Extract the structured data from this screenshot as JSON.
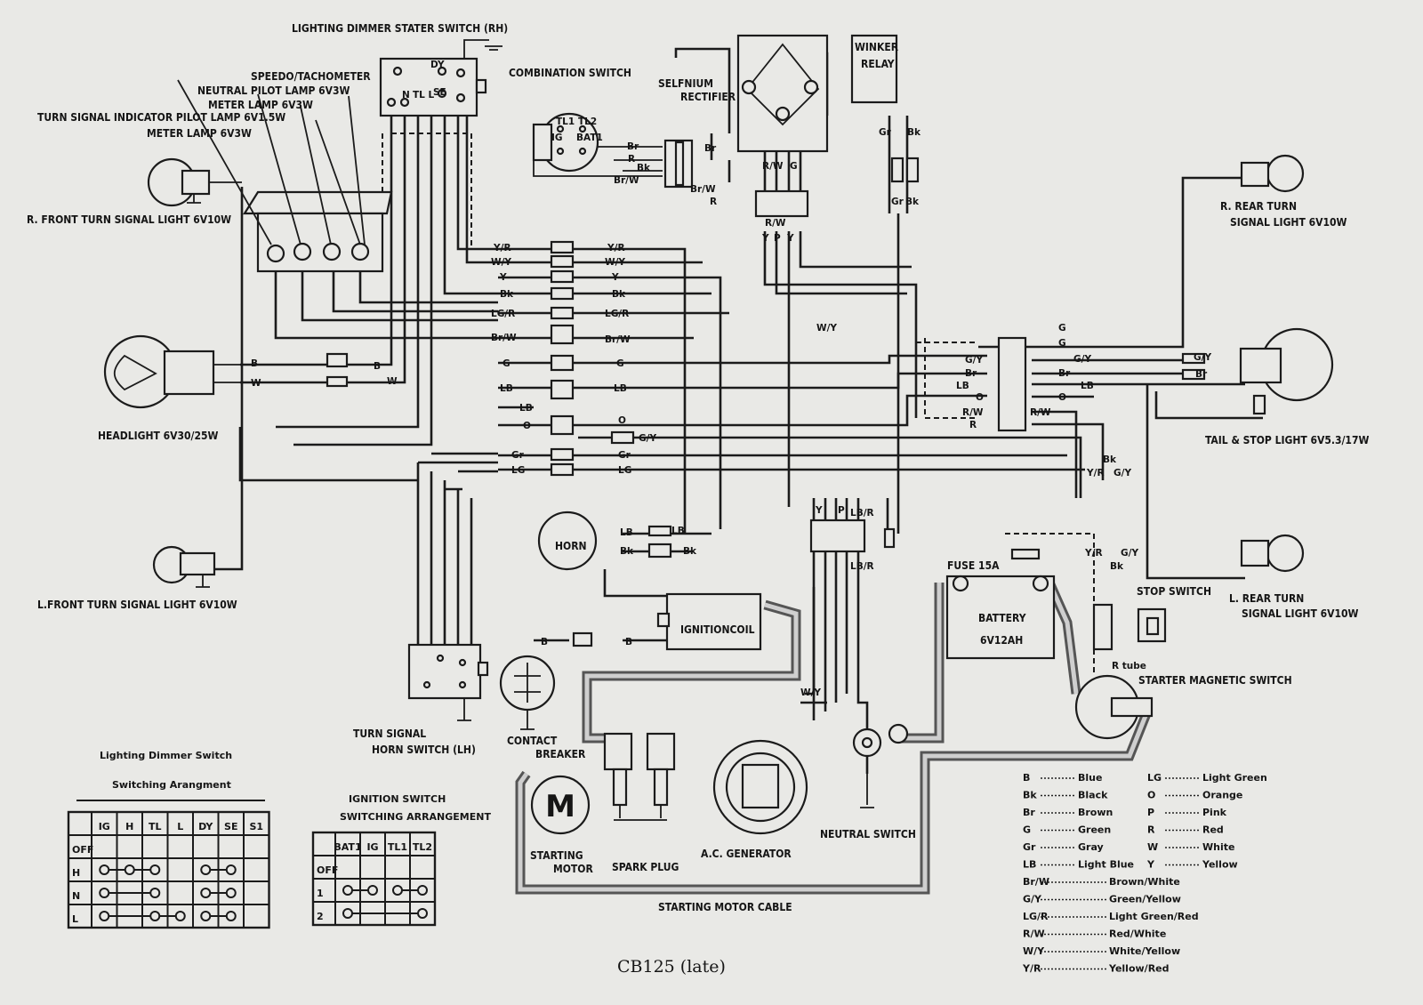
{
  "caption": "CB125 (late)",
  "components": {
    "dimmer_switch": "LIGHTING DIMMER STATER SWITCH (RH)",
    "combination_switch": "COMBINATION SWITCH",
    "rectifier_1": "SELFNIUM",
    "rectifier_2": "RECTIFIER",
    "winker_relay_1": "WINKER",
    "winker_relay_2": "RELAY",
    "speedo": "SPEEDO/TACHOMETER",
    "neutral_lamp": "NEUTRAL PILOT LAMP 6V3W",
    "meter_lamp_1": "METER LAMP 6V3W",
    "turn_indicator_lamp": "TURN SIGNAL INDICATOR PILOT LAMP 6V1.5W",
    "meter_lamp_2": "METER LAMP 6V3W",
    "r_front_turn": "R. FRONT TURN SIGNAL LIGHT 6V10W",
    "headlight": "HEADLIGHT 6V30/25W",
    "l_front_turn": "L.FRONT TURN SIGNAL LIGHT 6V10W",
    "r_rear_turn_1": "R. REAR TURN",
    "r_rear_turn_2": "SIGNAL LIGHT 6V10W",
    "tail_stop": "TAIL & STOP LIGHT 6V5.3/17W",
    "l_rear_turn_1": "L. REAR TURN",
    "l_rear_turn_2": "SIGNAL LIGHT 6V10W",
    "stop_switch": "STOP SWITCH",
    "starter_switch": "STARTER MAGNETIC SWITCH",
    "fuse": "FUSE 15A",
    "battery_1": "BATTERY",
    "battery_2": "6V12AH",
    "horn": "HORN",
    "ignition_coil": "IGNITIONCOIL",
    "contact_breaker_1": "CONTACT",
    "contact_breaker_2": "BREAKER",
    "horn_switch_1": "TURN SIGNAL",
    "horn_switch_2": "HORN SWITCH (LH)",
    "starting_motor_1": "STARTING",
    "starting_motor_2": "MOTOR",
    "motor_symbol": "M",
    "spark_plug": "SPARK PLUG",
    "ac_generator": "A.C. GENERATOR",
    "neutral_switch": "NEUTRAL SWITCH",
    "starter_cable": "STARTING MOTOR CABLE",
    "r_tube": "R tube"
  },
  "wire_labels": [
    "Y/R",
    "W/Y",
    "Y",
    "Bk",
    "LG/R",
    "Br/W",
    "G",
    "LB",
    "LB",
    "O",
    "Gr",
    "LG",
    "Y/R",
    "W/Y",
    "Y",
    "Bk",
    "LG/R",
    "Br/W",
    "G",
    "LB",
    "O",
    "G/Y",
    "Gr",
    "LG",
    "B",
    "W",
    "B",
    "W",
    "LB",
    "Bk",
    "LB",
    "Bk",
    "B",
    "B",
    "Br",
    "R",
    "Bk",
    "Br/W",
    "Br",
    "Br/W",
    "R",
    "R/W",
    "Y",
    "P",
    "G",
    "Y",
    "R/W",
    "Gr",
    "Bk",
    "Gr",
    "Bk",
    "G",
    "G",
    "G/Y",
    "Br",
    "G/Y",
    "Br",
    "LB",
    "LB",
    "O",
    "O",
    "R/W",
    "R/W",
    "R",
    "G/Y",
    "Br",
    "W/Y",
    "Y",
    "P",
    "LB/R",
    "LB/R",
    "W/Y",
    "Bk",
    "Y/R",
    "G/Y",
    "Y/R",
    "Bk",
    "G/Y",
    "TL1",
    "TL2",
    "BAT1",
    "IG",
    "N",
    "TL L",
    "DY",
    "SE"
  ],
  "legend": [
    {
      "code": "B",
      "name": "Blue"
    },
    {
      "code": "Bk",
      "name": "Black"
    },
    {
      "code": "Br",
      "name": "Brown"
    },
    {
      "code": "G",
      "name": "Green"
    },
    {
      "code": "Gr",
      "name": "Gray"
    },
    {
      "code": "LB",
      "name": "Light Blue"
    },
    {
      "code": "LG",
      "name": "Light Green"
    },
    {
      "code": "O",
      "name": "Orange"
    },
    {
      "code": "P",
      "name": "Pink"
    },
    {
      "code": "R",
      "name": "Red"
    },
    {
      "code": "W",
      "name": "White"
    },
    {
      "code": "Y",
      "name": "Yellow"
    },
    {
      "code": "Br/W",
      "name": "Brown/White"
    },
    {
      "code": "G/Y",
      "name": "Green/Yellow"
    },
    {
      "code": "LG/R",
      "name": "Light Green/Red"
    },
    {
      "code": "R/W",
      "name": "Red/White"
    },
    {
      "code": "W/Y",
      "name": "White/Yellow"
    },
    {
      "code": "Y/R",
      "name": "Yellow/Red"
    }
  ],
  "dimmer_table": {
    "title_1": "Lighting Dimmer Switch",
    "title_2": "Switching Arangment",
    "columns": [
      "IG",
      "H",
      "TL",
      "L",
      "DY",
      "SE",
      "S1"
    ],
    "rows": [
      "OFF",
      "H",
      "N",
      "L"
    ]
  },
  "ignition_table": {
    "title_1": "IGNITION   SWITCH",
    "title_2": "SWITCHING ARRANGEMENT",
    "columns": [
      "BAT1",
      "IG",
      "TL1",
      "TL2"
    ],
    "rows": [
      "OFF",
      "1",
      "2"
    ]
  }
}
